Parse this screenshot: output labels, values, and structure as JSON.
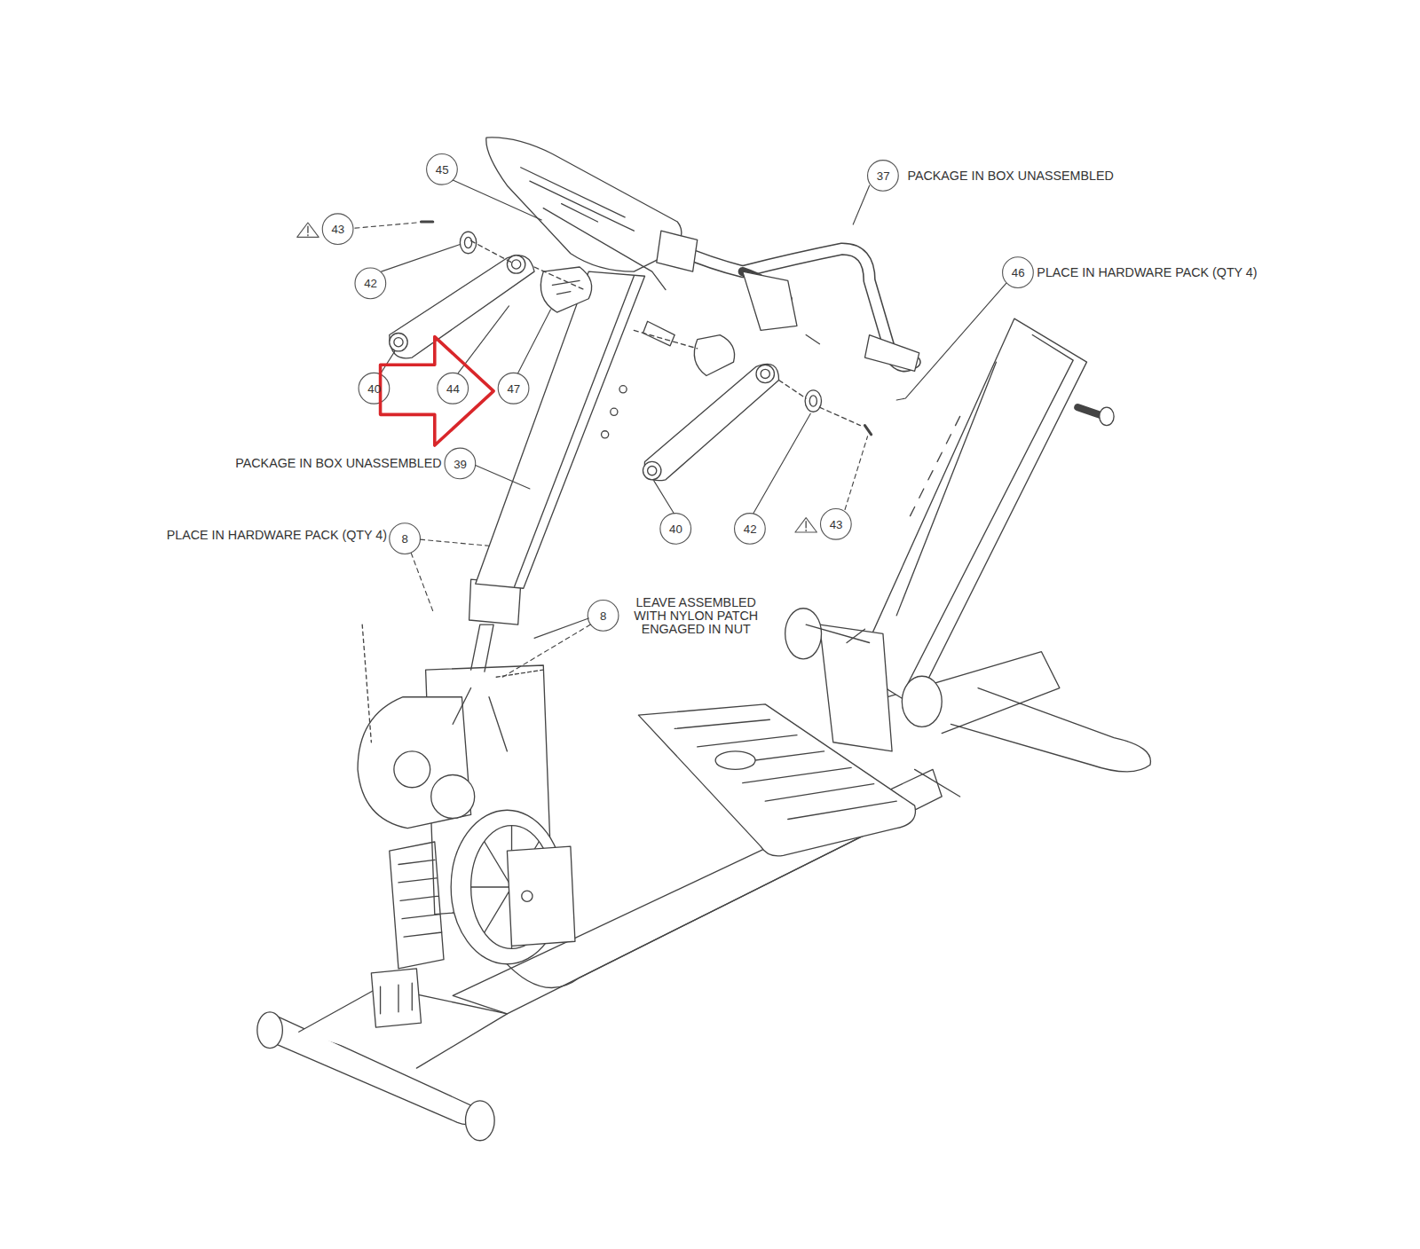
{
  "diagram": {
    "labels": [
      "45",
      "37",
      "PACKAGE IN BOX UNASSEMBLED",
      "43",
      "42",
      "46",
      "PLACE IN HARDWARE PACK (QTY 4)",
      "40",
      "44",
      "47",
      "PACKAGE IN BOX UNASSEMBLED",
      "39",
      "PLACE IN HARDWARE PACK (QTY 4)",
      "8",
      "8",
      "LEAVE ASSEMBLED WITH NYLON PATCH ENGAGED IN NUT",
      "40",
      "42",
      "43"
    ]
  }
}
